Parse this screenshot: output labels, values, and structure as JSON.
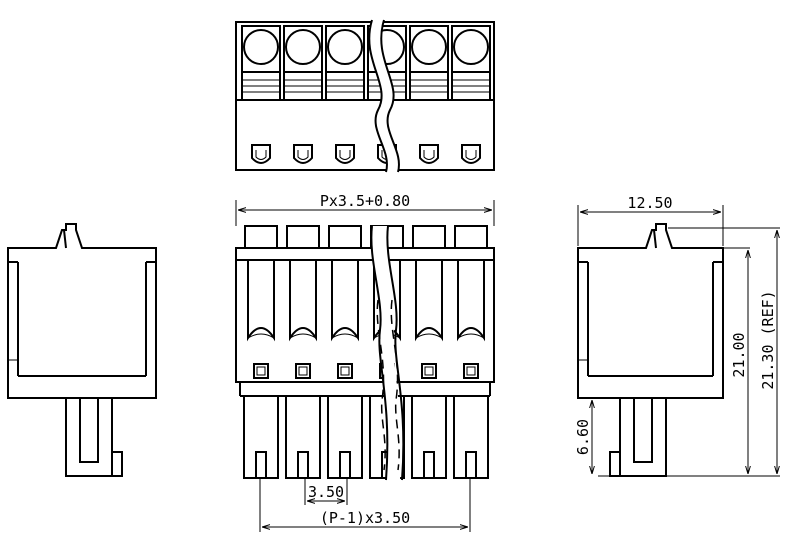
{
  "dimensions": {
    "width_label": "Px3.5+0.80",
    "depth_label": "12.50",
    "height_label": "21.00",
    "height_ref_label": "21.30 (REF)",
    "pin_height_label": "6.60",
    "pitch_label": "3.50",
    "span_label": "(P-1)x3.50"
  },
  "positions": 6,
  "line_color": "#000000",
  "background_color": "#ffffff"
}
